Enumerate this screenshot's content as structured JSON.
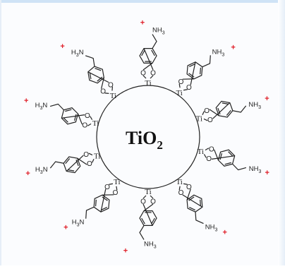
{
  "core_label": {
    "main": "TiO",
    "subscript": "2"
  },
  "atoms": {
    "titanium": "Ti",
    "oxygen": "O"
  },
  "amine_group": {
    "left_form": "H3N",
    "right_form": "NH3",
    "charge": "+"
  },
  "colors": {
    "charge": "#e0202a",
    "bond": "#222222",
    "background": "#fbfcfe"
  }
}
